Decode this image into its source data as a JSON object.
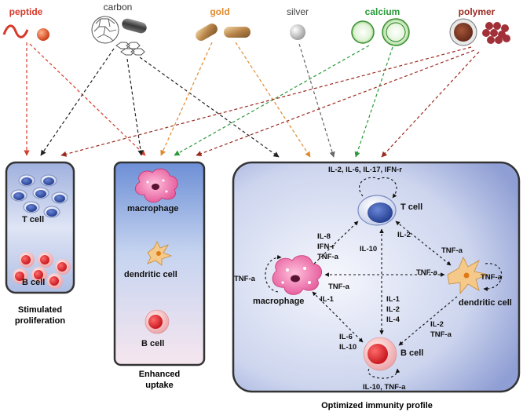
{
  "materials": {
    "peptide": {
      "label": "peptide",
      "color": "#d63a2a"
    },
    "carbon": {
      "label": "carbon",
      "color": "#333333"
    },
    "gold": {
      "label": "gold",
      "color": "#e08a2c"
    },
    "silver": {
      "label": "silver",
      "color": "#555555"
    },
    "calcium": {
      "label": "calcium",
      "color": "#2a9a3a"
    },
    "polymer": {
      "label": "polymer",
      "color": "#9a2a20"
    }
  },
  "left_panel": {
    "t_cell": "T cell",
    "b_cell": "B cell",
    "caption": [
      "Stimulated",
      "proliferation"
    ]
  },
  "middle_panel": {
    "macrophage": "macrophage",
    "dendritic_cell": "dendritic cell",
    "b_cell": "B cell",
    "caption": [
      "Enhanced",
      "uptake"
    ]
  },
  "right_panel": {
    "t_cell": "T cell",
    "b_cell": "B cell",
    "macrophage": "macrophage",
    "dendritic_cell": "dendritic cell",
    "caption": "Optimized immunity profile",
    "cytokines": {
      "t_cell_top": "IL-2, IL-6, IL-17, IFN-r",
      "mac_to_t": [
        "IL-8",
        "IFN-r",
        "TNF-a"
      ],
      "t_to_b": "IL-10",
      "t_to_dc": "IL-2",
      "dc_to_t": "TNF-a",
      "mac_self": "TNF-a",
      "mac_dc_upper": "TNF-a",
      "mac_dc_lower": "TNF-a",
      "dc_self": "TNF-a",
      "mac_b_upper": "IL-1",
      "b_to_t": [
        "IL-1",
        "IL-2",
        "IL-4"
      ],
      "b_mac": [
        "IL-6",
        "IL-10"
      ],
      "dc_to_b": [
        "IL-2",
        "TNF-a"
      ],
      "b_self": "IL-10, TNF-a"
    }
  },
  "colors": {
    "panel_blue_top": "#b7c4e6",
    "panel_blue_bottom": "#eef1fa",
    "panel_border": "#444444",
    "t_cell_nucleus": "#2e4fa3",
    "b_cell": "#e8262a",
    "macrophage": "#f06aa8",
    "dendritic": "#f4c98a"
  }
}
